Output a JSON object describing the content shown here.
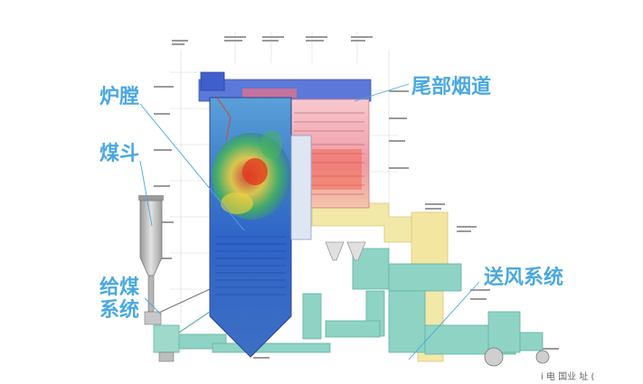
{
  "labels": {
    "furnace": "炉膛",
    "coal_hopper": "煤斗",
    "coal_feeder_line1": "给煤",
    "coal_feeder_line2": "系统",
    "tail_flue": "尾部烟道",
    "air_supply": "送风系统"
  },
  "watermark": "i 电 国业 址 (",
  "colors": {
    "callout_text": "#4aa8e0",
    "leader_line": "#4aa8e0",
    "tail_flue_fill": "#f2b8c0",
    "air_duct_fill": "#8fd3c5",
    "flue_gas_duct_fill": "#f2e8a8",
    "top_header_fill": "#5c78d8",
    "hopper_fill": "#c8c8c8",
    "furnace_hot": "#e23b1e",
    "furnace_warm": "#f6d23a",
    "furnace_mid": "#46b45a",
    "furnace_cool": "#2f64c8"
  }
}
